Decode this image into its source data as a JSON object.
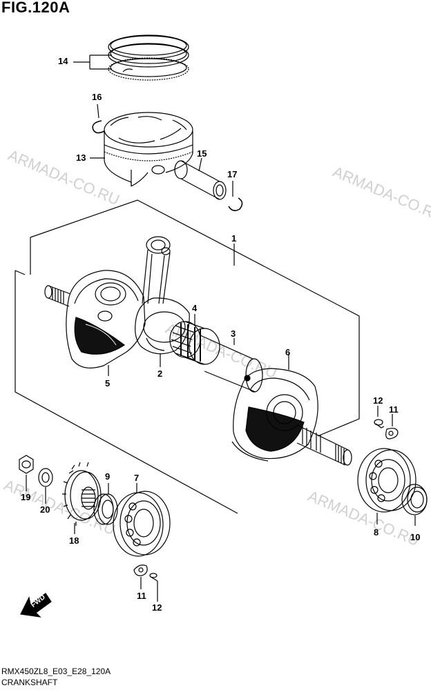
{
  "title": "FIG.120A",
  "watermark": "ARMADA-CO.RU",
  "callouts": {
    "p1": "1",
    "p2": "2",
    "p3": "3",
    "p4": "4",
    "p5": "5",
    "p6": "6",
    "p7": "7",
    "p8": "8",
    "p9": "9",
    "p10": "10",
    "p11a": "11",
    "p11b": "11",
    "p12a": "12",
    "p12b": "12",
    "p13": "13",
    "p14": "14",
    "p15": "15",
    "p16": "16",
    "p17": "17",
    "p18": "18",
    "p19": "19",
    "p20": "20"
  },
  "fwd": "FWD",
  "footer": {
    "model_code": "RMX450ZL8_E03_E28_120A",
    "section": "CRANKSHAFT"
  },
  "colors": {
    "line": "#000000",
    "watermark": "#969696",
    "fill_dark": "#111111"
  }
}
